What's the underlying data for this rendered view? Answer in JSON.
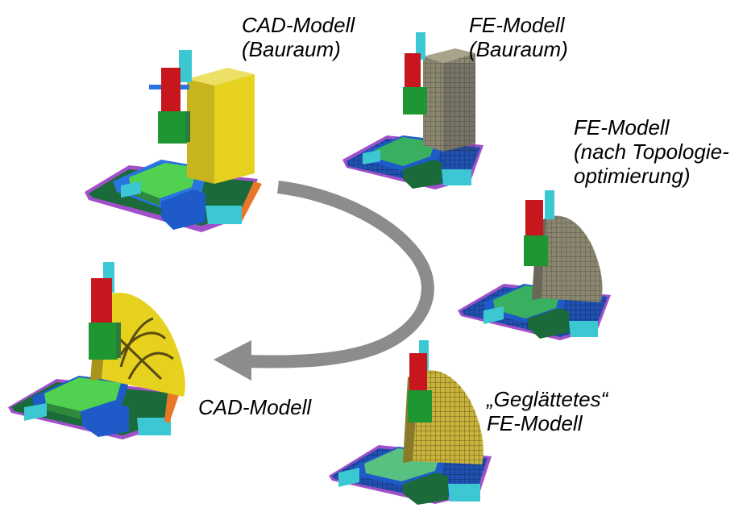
{
  "labels": {
    "cad_bauraum": {
      "line1": "CAD-Modell",
      "line2": "(Bauraum)"
    },
    "fe_bauraum": {
      "line1": "FE-Modell",
      "line2": "(Bauraum)"
    },
    "fe_topo": {
      "line1": "FE-Modell",
      "line2": "(nach Topologie-",
      "line3": "optimierung)"
    },
    "fe_smoothed": {
      "line1": "„Geglättetes“",
      "line2": "FE-Modell"
    },
    "cad_final": {
      "line1": "CAD-Modell"
    }
  },
  "colors": {
    "background": "#ffffff",
    "arrow": "#8c8c8c",
    "cad_yellow": "#e6d21e",
    "fe_gray": "#7a7a70",
    "spindle_red": "#c8161e",
    "spindle_green": "#1e9632",
    "cyan": "#3cc8d2",
    "blue": "#1e5ac8",
    "table_green": "#50d250",
    "base_dark": "#1a6a3a",
    "purple": "#a050c8",
    "orange": "#e87828"
  },
  "models": [
    {
      "name": "cad-model-bauraum",
      "style": "solid-yellow-block"
    },
    {
      "name": "fe-model-bauraum",
      "style": "mesh-gray-block"
    },
    {
      "name": "fe-model-topology-optimized",
      "style": "mesh-gray-arch"
    },
    {
      "name": "fe-model-smoothed",
      "style": "mesh-yellow-arch"
    },
    {
      "name": "cad-model-final",
      "style": "yellow-ribbed-arch"
    }
  ]
}
